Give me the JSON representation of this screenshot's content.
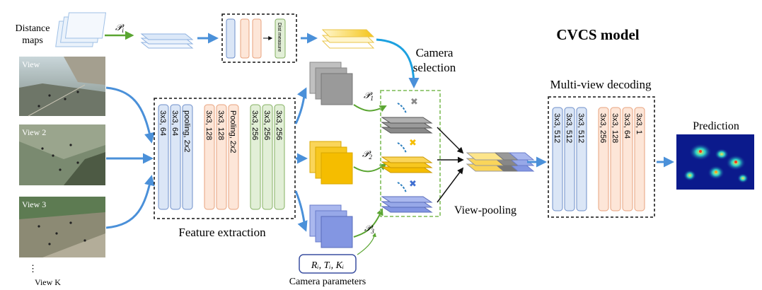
{
  "title": "CVCS model",
  "inputs": {
    "distance_maps": [
      "Distance",
      "maps"
    ],
    "p_i": "𝒫",
    "p_i_sub": "i",
    "views": [
      "View",
      "View 2",
      "View 3"
    ],
    "dots": "⋮",
    "view_k": "View K"
  },
  "dist_block": {
    "label": "Dist measure"
  },
  "camera_selection": [
    "Camera",
    "selection"
  ],
  "feature_extraction": {
    "label": "Feature extraction",
    "layers": [
      "3x3, 64",
      "3x3, 64",
      "pooling, 2x2",
      "3x3, 128",
      "3x3, 128",
      "Pooling, 2x2",
      "3x3, 256",
      "3x3, 256",
      "3x3, 256"
    ]
  },
  "projections": [
    {
      "p": "𝒫",
      "sub": "1"
    },
    {
      "p": "𝒫",
      "sub": "2"
    },
    {
      "p": "𝒫",
      "sub": "3"
    }
  ],
  "camera_params": {
    "formula": "Rᵢ, Tᵢ, Kᵢ",
    "label": "Camera parameters"
  },
  "view_pooling": "View-pooling",
  "decoder": {
    "label": "Multi-view decoding",
    "layers": [
      "3x3, 512",
      "3x3, 512",
      "3x3, 512",
      "3x3, 256",
      "3x3, 128",
      "3x3, 64",
      "3x3, 1"
    ]
  },
  "prediction": "Prediction",
  "colors": {
    "blue_layer": "#dbe6f6",
    "blue_stroke": "#6e8fca",
    "orange_layer": "#fde6d8",
    "orange_stroke": "#e8a37e",
    "green_layer": "#e2efd7",
    "green_stroke": "#84b062",
    "arrow_blue": "#4a90d9",
    "arrow_green": "#5aa531",
    "yellow": "#f5c518",
    "gray": "#9a9a9a",
    "purple": "#8ea1df"
  }
}
